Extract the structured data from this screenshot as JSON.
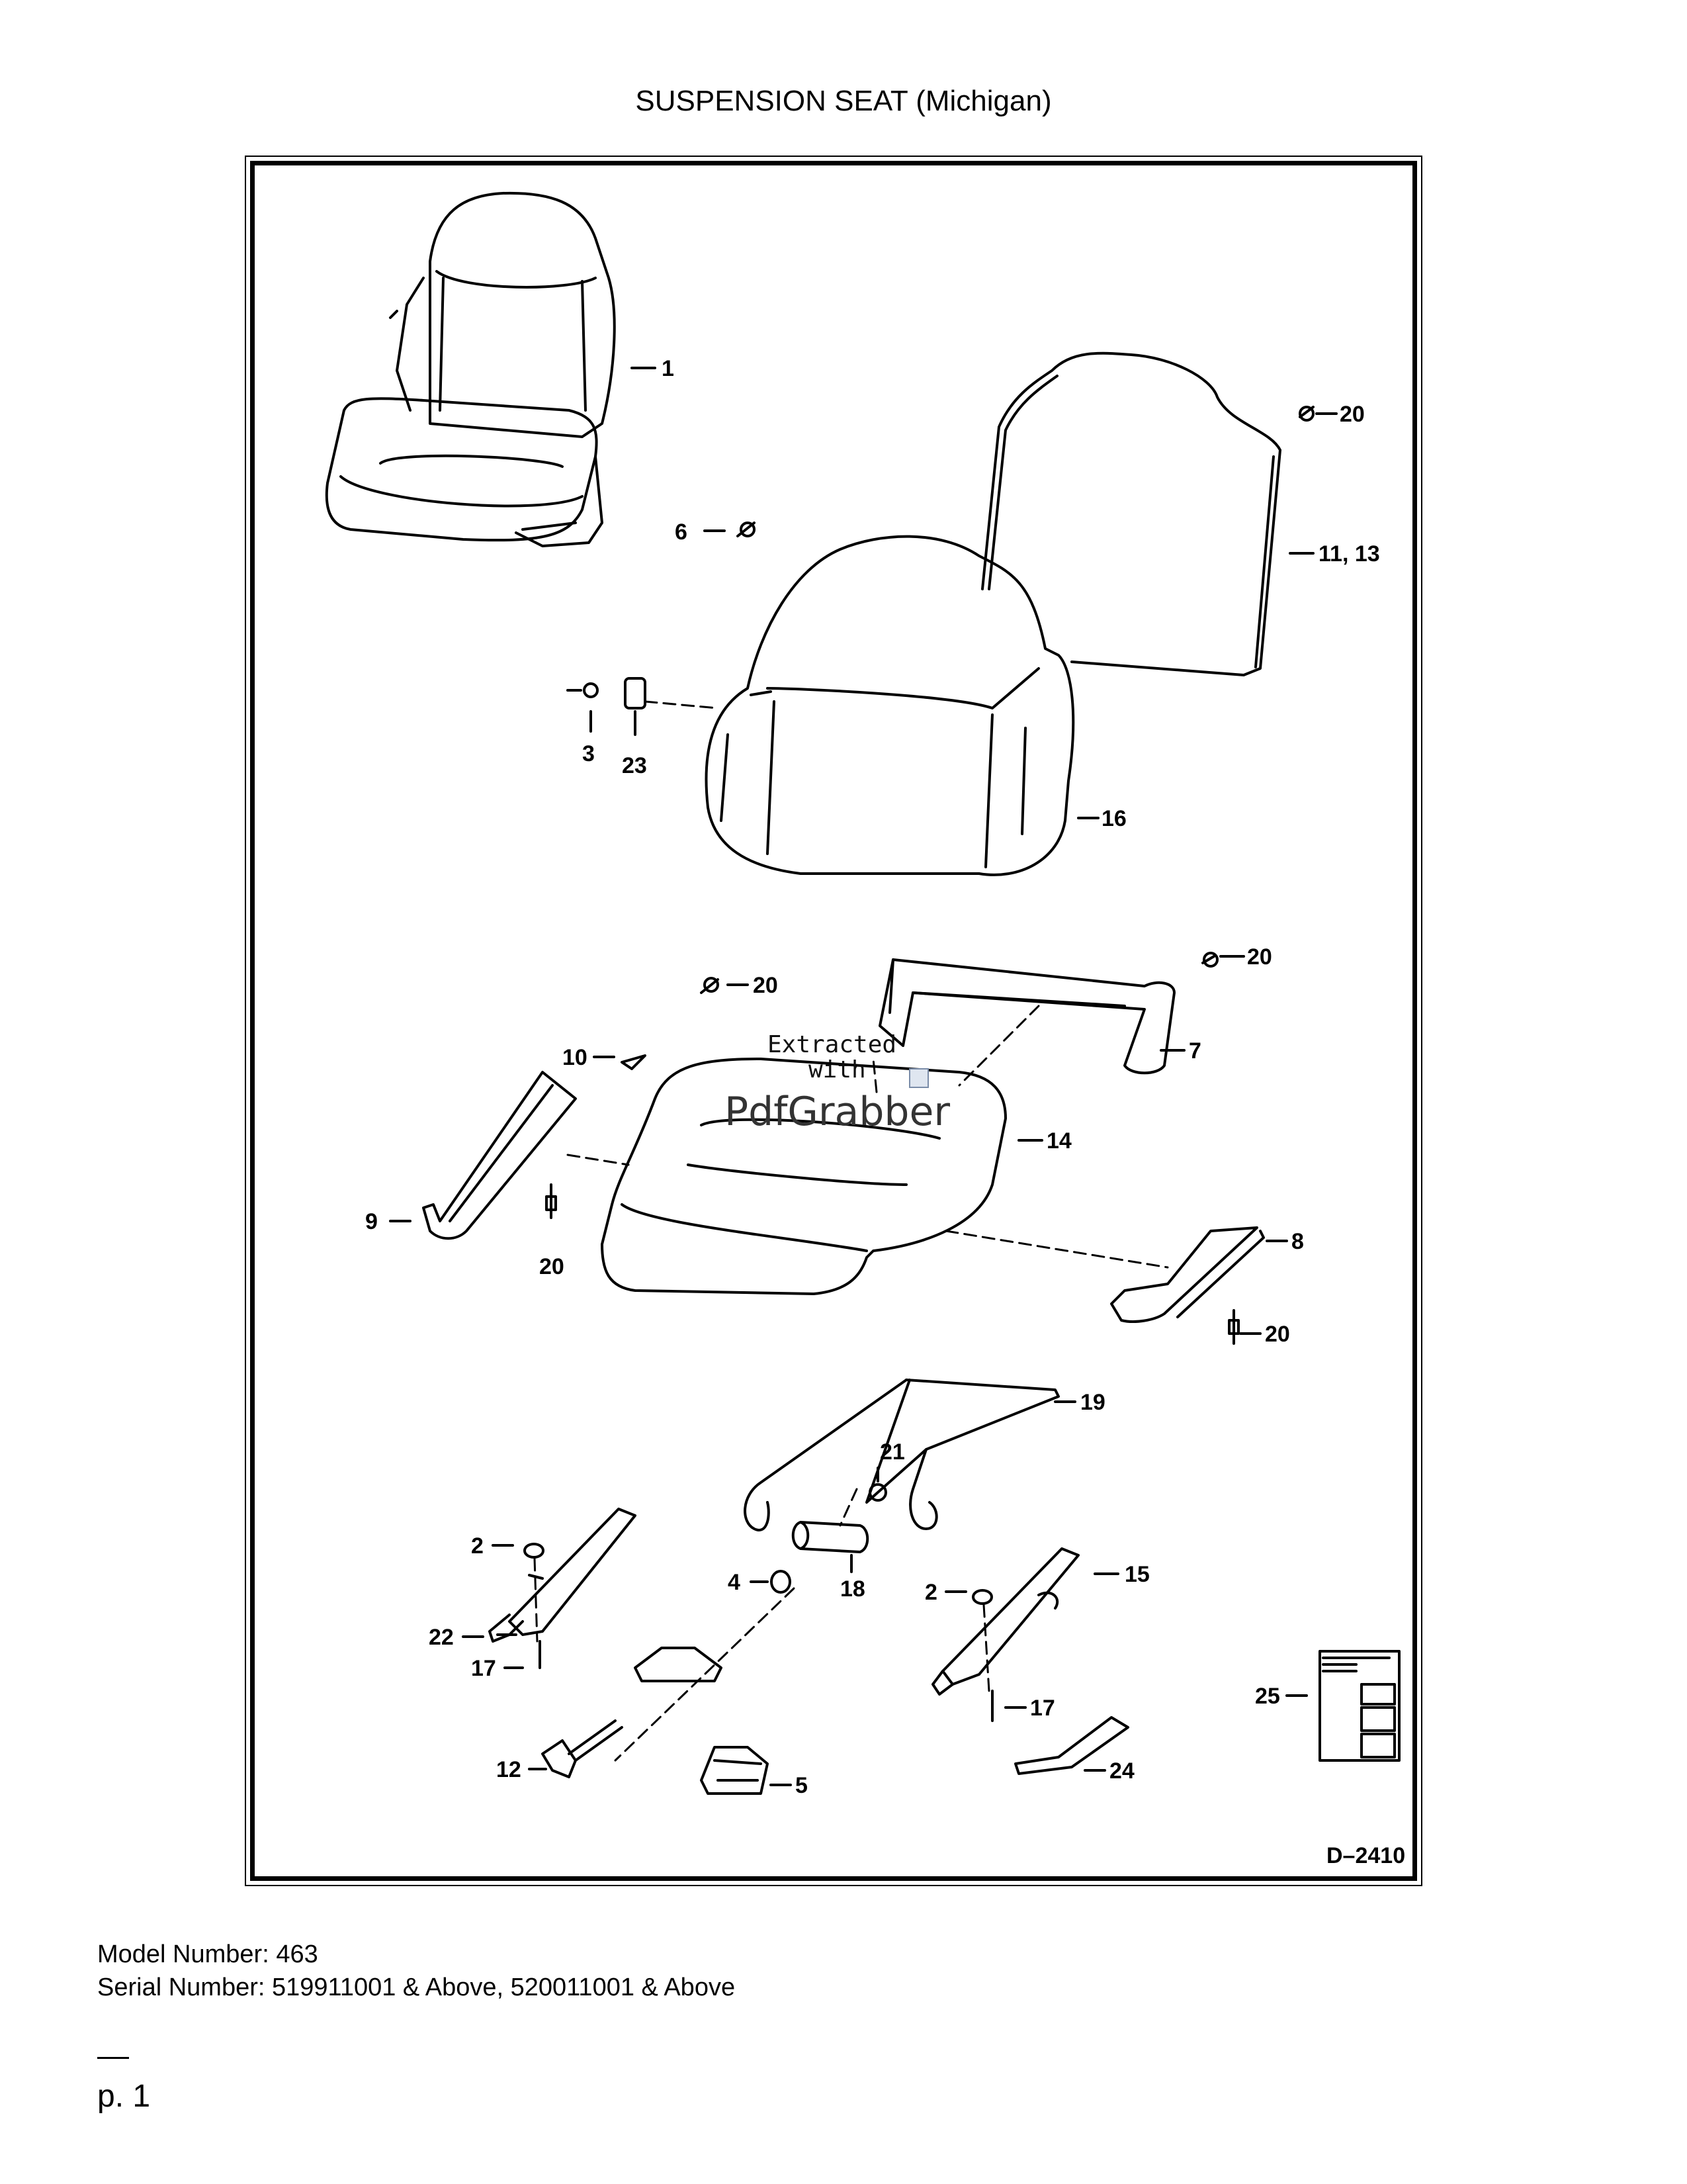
{
  "page": {
    "title": "SUSPENSION SEAT (Michigan)",
    "model_line": "Model Number: 463",
    "serial_line": "Serial Number: 519911001 & Above, 520011001 & Above",
    "page_number": "p. 1"
  },
  "diagram": {
    "drawing_number": "D–2410",
    "callouts": {
      "c1": "1",
      "c2a": "2",
      "c2b": "2",
      "c3": "3",
      "c4": "4",
      "c5": "5",
      "c6": "6",
      "c7": "7",
      "c8": "8",
      "c9": "9",
      "c10": "10",
      "c11": "11, 13",
      "c12": "12",
      "c14": "14",
      "c15": "15",
      "c16": "16",
      "c17a": "17",
      "c17b": "17",
      "c18": "18",
      "c19": "19",
      "c20a": "20",
      "c20b": "20",
      "c20c": "20",
      "c20d": "20",
      "c20e": "20",
      "c21": "21",
      "c22": "22",
      "c23": "23",
      "c24": "24",
      "c25": "25"
    }
  },
  "watermark": {
    "line1": "Extracted",
    "line2": "with",
    "line3": "PdfGrabber"
  }
}
